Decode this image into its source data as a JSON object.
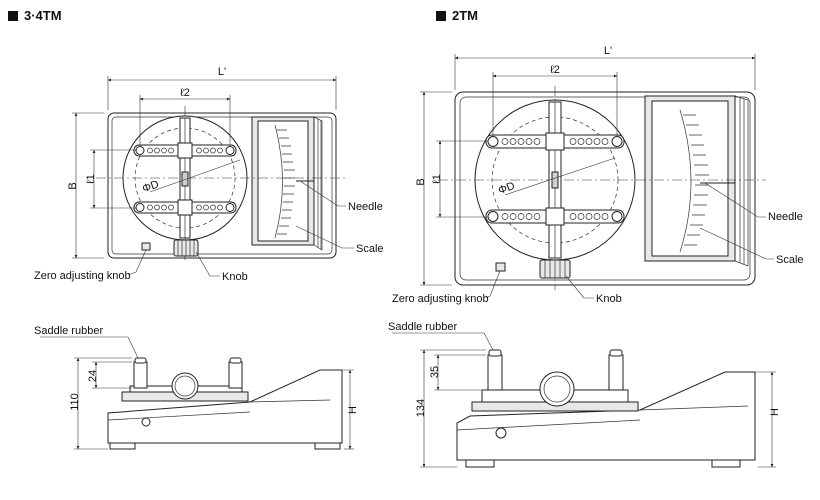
{
  "left_model": {
    "title": "3·4TM",
    "top_view": {
      "dim_overall_length": "L'",
      "dim_hole_pitch_x": "ℓ2",
      "dim_hole_pitch_y": "ℓ1",
      "dim_width": "B",
      "dim_plate_dia": "ΦD",
      "label_needle": "Needle",
      "label_scale": "Scale",
      "label_zero_knob": "Zero adjusting knob",
      "label_knob": "Knob"
    },
    "side_view": {
      "label_saddle_rubber": "Saddle rubber",
      "dim_rubber_height": "24",
      "dim_total_height": "110",
      "dim_height": "H"
    }
  },
  "right_model": {
    "title": "2TM",
    "top_view": {
      "dim_overall_length": "L'",
      "dim_hole_pitch_x": "ℓ2",
      "dim_hole_pitch_y": "ℓ1",
      "dim_width": "B",
      "dim_plate_dia": "ΦD",
      "label_needle": "Needle",
      "label_scale": "Scale",
      "label_zero_knob": "Zero adjusting knob",
      "label_knob": "Knob"
    },
    "side_view": {
      "label_saddle_rubber": "Saddle rubber",
      "dim_rubber_height": "35",
      "dim_total_height": "134",
      "dim_height": "H"
    }
  }
}
